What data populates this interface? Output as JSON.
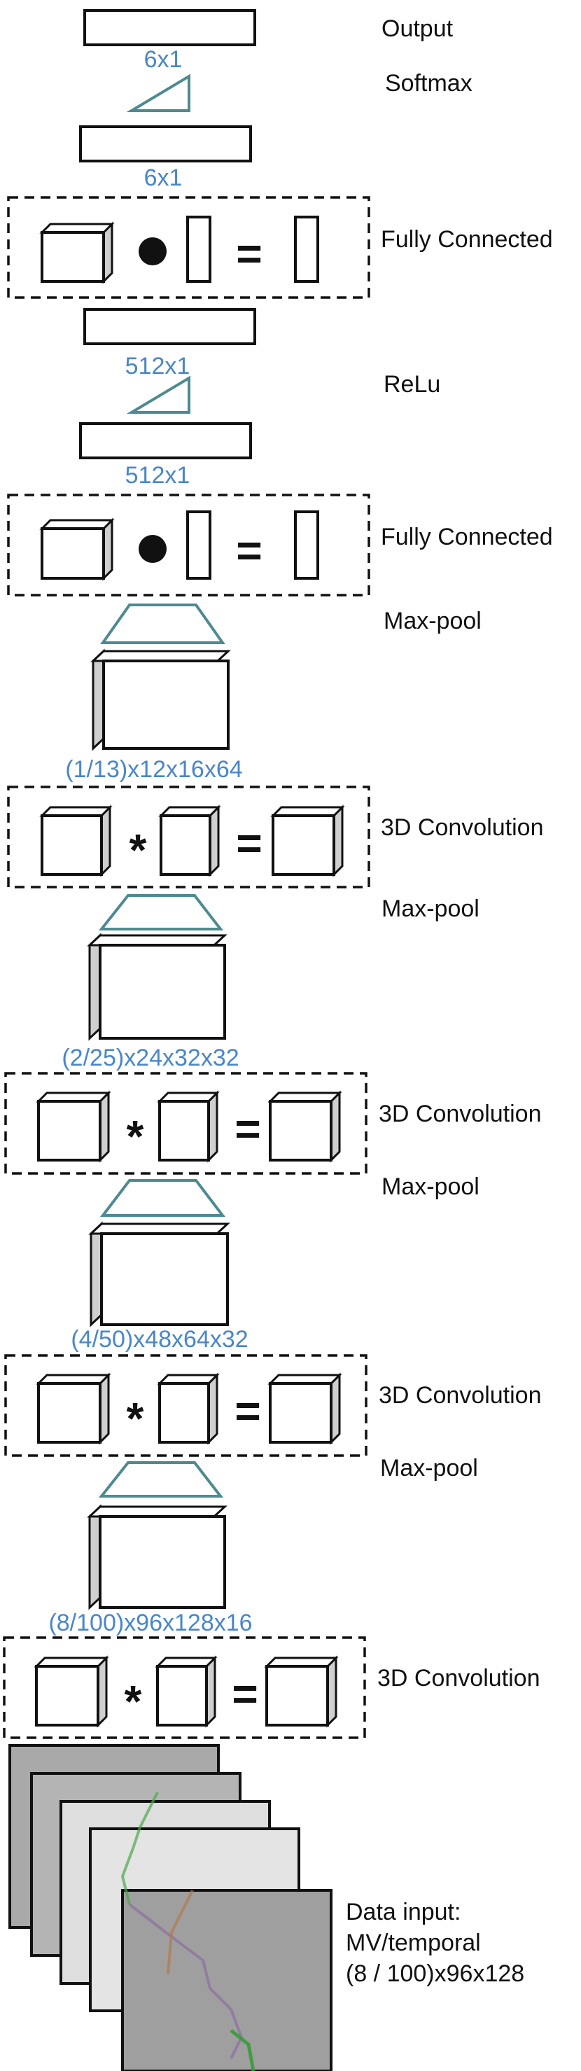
{
  "diagram": {
    "output_label": "Output",
    "softmax_label": "Softmax",
    "relu_label": "ReLu",
    "fc_label": "Fully Connected",
    "conv_label": "3D Convolution",
    "maxpool_label": "Max-pool",
    "dims": {
      "fc2_out": "6x1",
      "fc2_pre": "6x1",
      "fc1_out": "512x1",
      "fc1_pre": "512x1",
      "conv4": "(1/13)x12x16x64",
      "conv3": "(2/25)x24x32x32",
      "conv2": "(4/50)x48x64x32",
      "conv1": "(8/100)x96x128x16"
    },
    "input_label": {
      "line1": "Data input:",
      "line2": "MV/temporal",
      "line3": "(8 / 100)x96x128"
    },
    "colors": {
      "dimension_text": "#4a86c8",
      "activation_triangle": "#4e8a90",
      "cube_side": "#cfcfcf"
    }
  }
}
